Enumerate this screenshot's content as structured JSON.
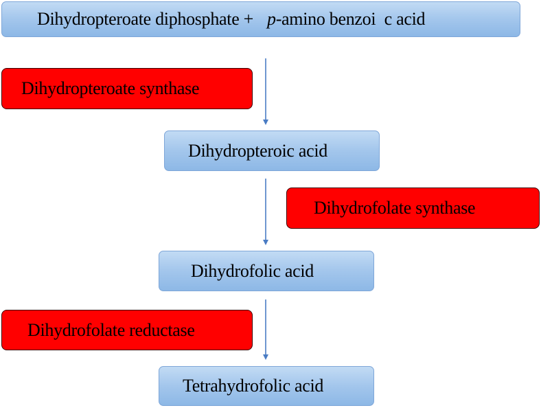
{
  "colors": {
    "substrate_fill": "#a3c6ec",
    "substrate_border": "#7ea6d8",
    "enzyme_fill": "#ff0000",
    "enzyme_border": "#3a0000",
    "arrow": "#4a7cc4"
  },
  "pathway": {
    "start": {
      "part1": "Dihydropteroate diphosphate +",
      "part2_italic": "p",
      "part3": "-amino benzoi  c acid"
    },
    "step1_enzyme": "Dihydropteroate synthase",
    "intermediate1": "Dihydropteroic acid",
    "step2_enzyme": "Dihydrofolate synthase",
    "intermediate2": "Dihydrofolic acid",
    "step3_enzyme": "Dihydrofolate reductase",
    "product": "Tetrahydrofolic acid"
  }
}
